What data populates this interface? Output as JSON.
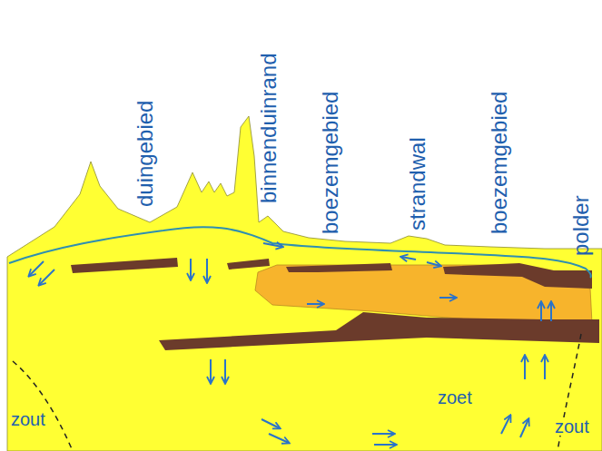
{
  "diagram": {
    "labels": [
      "duingebied",
      "binnenduinrand",
      "boezemgebied",
      "strandwal",
      "boezemgebied",
      "polder",
      "zout",
      "zoet",
      "zout"
    ]
  }
}
